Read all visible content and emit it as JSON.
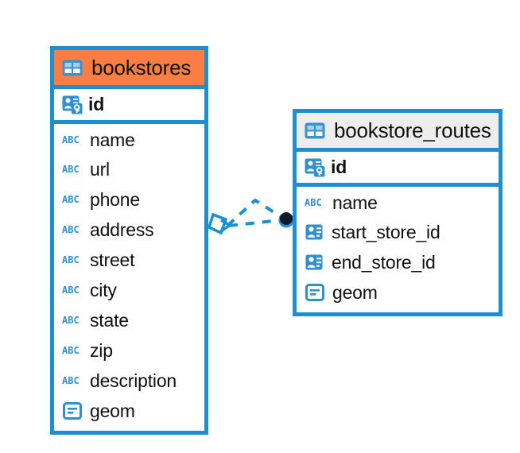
{
  "diagram": {
    "type": "entity-relationship-diagram",
    "background": "#ffffff",
    "accent_border": "#1a8fd1",
    "highlight_header": "#fa7d43",
    "plain_header": "#ededed",
    "icon_blue": "#2f8fd0"
  },
  "entities": [
    {
      "name": "bookstores",
      "header_style": "orange",
      "table_icon": "table-icon",
      "columns": [
        {
          "label": "id",
          "icon": "primary-key-icon",
          "kind": "pk"
        },
        {
          "label": "name",
          "icon": "abc-text-icon",
          "kind": "text"
        },
        {
          "label": "url",
          "icon": "abc-text-icon",
          "kind": "text"
        },
        {
          "label": "phone",
          "icon": "abc-text-icon",
          "kind": "text"
        },
        {
          "label": "address",
          "icon": "abc-text-icon",
          "kind": "text"
        },
        {
          "label": "street",
          "icon": "abc-text-icon",
          "kind": "text"
        },
        {
          "label": "city",
          "icon": "abc-text-icon",
          "kind": "text"
        },
        {
          "label": "state",
          "icon": "abc-text-icon",
          "kind": "text"
        },
        {
          "label": "zip",
          "icon": "abc-text-icon",
          "kind": "text"
        },
        {
          "label": "description",
          "icon": "abc-text-icon",
          "kind": "text"
        },
        {
          "label": "geom",
          "icon": "geometry-icon",
          "kind": "geometry"
        }
      ]
    },
    {
      "name": "bookstore_routes",
      "header_style": "grey",
      "table_icon": "table-icon",
      "columns": [
        {
          "label": "id",
          "icon": "primary-key-icon",
          "kind": "pk"
        },
        {
          "label": "name",
          "icon": "abc-text-icon",
          "kind": "text"
        },
        {
          "label": "start_store_id",
          "icon": "foreign-key-icon",
          "kind": "fk"
        },
        {
          "label": "end_store_id",
          "icon": "foreign-key-icon",
          "kind": "fk"
        },
        {
          "label": "geom",
          "icon": "geometry-icon",
          "kind": "geometry"
        }
      ]
    }
  ],
  "relationship": {
    "style": "dashed",
    "color": "#1a8fd1",
    "source_endpoint": "diamond-crowsfoot-endpoint",
    "target_endpoint": "filled-circle-endpoint",
    "target_fill": "#111827"
  },
  "abc_icon_text": "ABC"
}
